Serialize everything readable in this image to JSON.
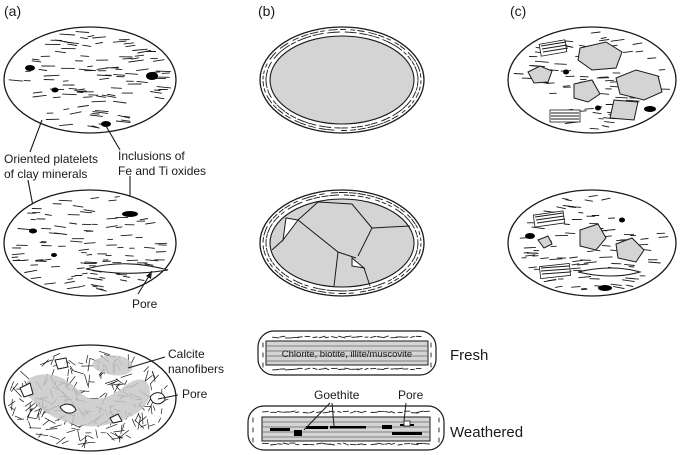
{
  "panels": {
    "a": "(a)",
    "b": "(b)",
    "c": "(c)"
  },
  "annotations": {
    "oriented_line1": "Oriented platelets",
    "oriented_line2": "of clay minerals",
    "inclusions_line1": "Inclusions of",
    "inclusions_line2": "Fe and Ti oxides",
    "pore_a2": "Pore",
    "calcite_line1": "Calcite",
    "calcite_line2": "nanofibers",
    "pore_a3": "Pore",
    "fresh_bar_text": "Chlorite, biotite, illite/muscovite",
    "fresh": "Fresh",
    "goethite": "Goethite",
    "pore_weathered": "Pore",
    "weathered": "Weathered"
  },
  "colors": {
    "line": "#1a1a1a",
    "grain_fill": "#d4d4d4",
    "calcite_fill": "#c8c8c8",
    "oxide": "#000000"
  }
}
